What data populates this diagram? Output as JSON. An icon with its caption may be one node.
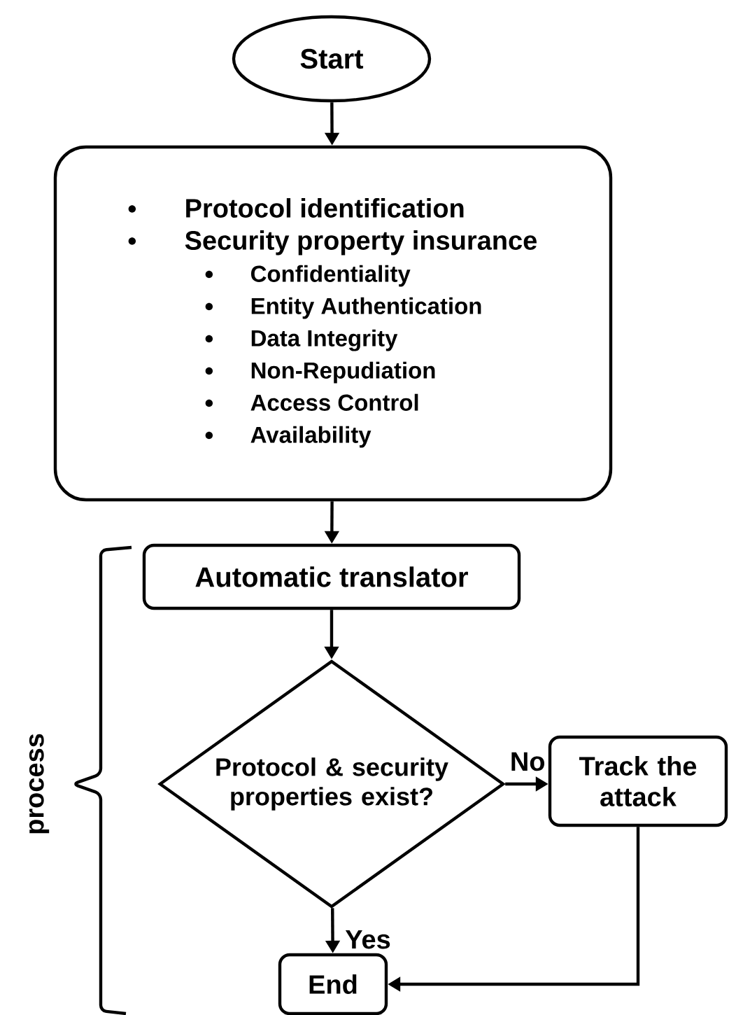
{
  "diagram": {
    "nodes": [
      {
        "text": [
          "Start"
        ]
      },
      {
        "text": [
          "Protocol identification",
          "Security property insurance",
          "Confidentiality",
          "Entity Authentication",
          "Data Integrity",
          "Non-Repudiation",
          "Access Control",
          "Availability"
        ]
      },
      {
        "text": [
          "Automatic translator"
        ]
      },
      {
        "text": [
          "Protocol & security properties exist?"
        ]
      },
      {
        "text": [
          "Track the attack"
        ]
      },
      {
        "text": [
          "End"
        ]
      }
    ],
    "edges": [
      {
        "from": 0,
        "to": 1,
        "arrow": "to"
      },
      {
        "from": 1,
        "to": 2,
        "arrow": "to"
      },
      {
        "from": 2,
        "to": 3,
        "arrow": "to"
      },
      {
        "from": 3,
        "to": 4,
        "arrow": "to",
        "label": "No"
      },
      {
        "from": 3,
        "to": 5,
        "arrow": "to",
        "label": "Yes"
      },
      {
        "from": 4,
        "to": 5,
        "arrow": "to"
      }
    ],
    "labels": [
      "process"
    ]
  }
}
